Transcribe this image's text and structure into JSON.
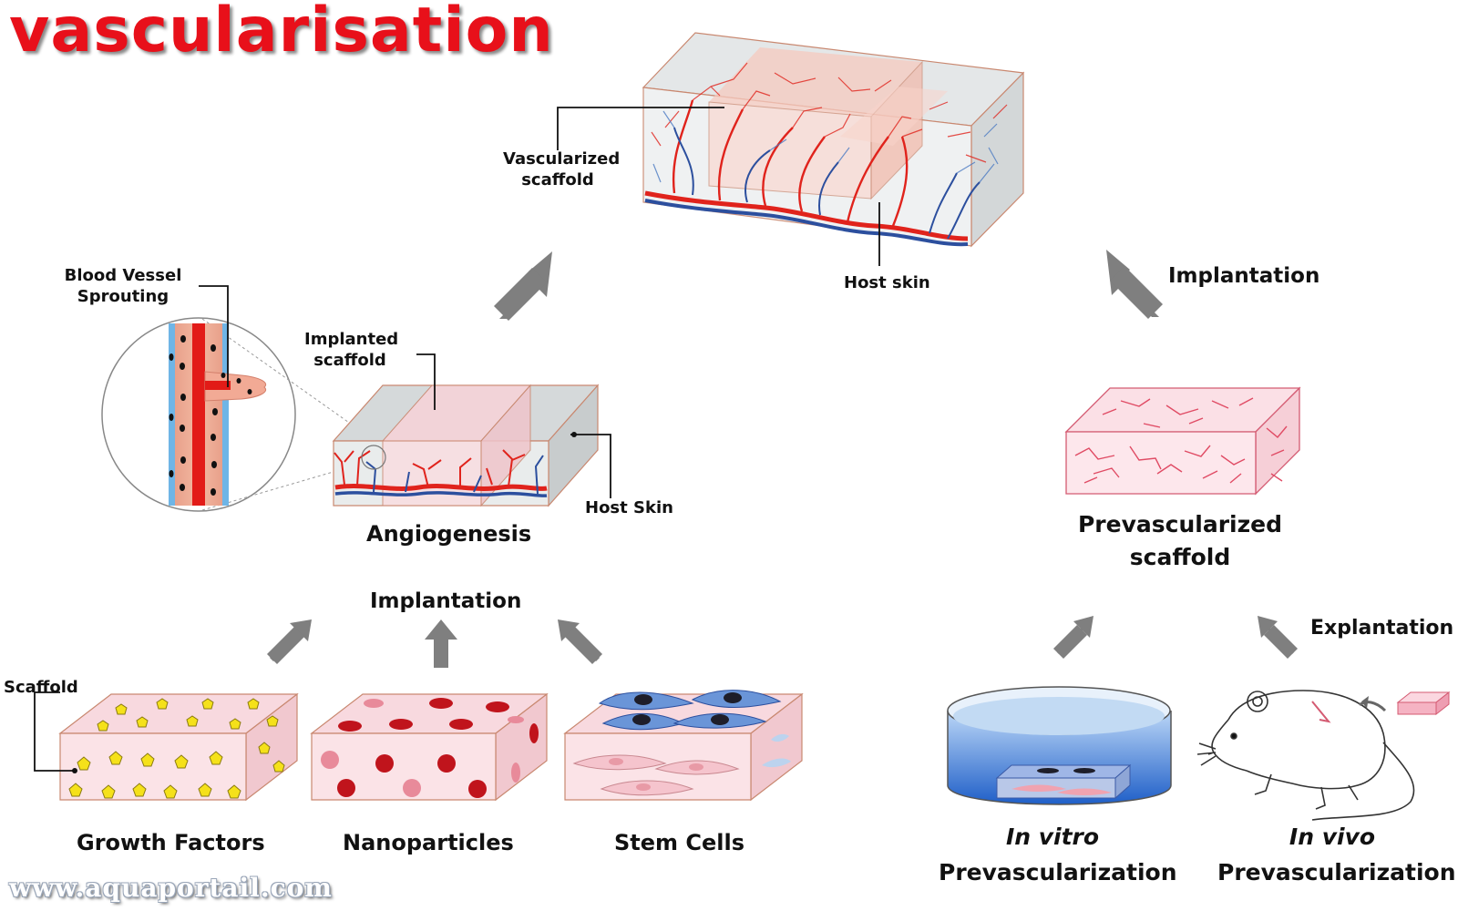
{
  "title": "vascularisation",
  "website": "www.aquaportail.com",
  "labels": {
    "vascularized_scaffold_line1": "Vascularized",
    "vascularized_scaffold_line2": "scaffold",
    "host_skin_top": "Host skin",
    "implantation_right": "Implantation",
    "blood_vessel_line1": "Blood Vessel",
    "blood_vessel_line2": "Sprouting",
    "implanted_scaffold_line1": "Implanted",
    "implanted_scaffold_line2": "scaffold",
    "host_skin_mid": "Host Skin",
    "angiogenesis": "Angiogenesis",
    "implantation_center": "Implantation",
    "prevascularized_line1": "Prevascularized",
    "prevascularized_line2": "scaffold",
    "explantation": "Explantation",
    "scaffold": "Scaffold",
    "growth_factors": "Growth Factors",
    "nanoparticles": "Nanoparticles",
    "stem_cells": "Stem Cells",
    "in_vitro": "In vitro",
    "in_vitro_prevascularization": "Prevascularization",
    "in_vivo": "In vivo",
    "in_vivo_prevascularization": "Prevascularization"
  },
  "colors": {
    "title": "#e8101a",
    "artery": "#e0231c",
    "vein": "#2c4f9e",
    "scaffold_pink": "#f7d3dc",
    "box_grey": "#d7dadb",
    "arrow_grey": "#7f7f7f",
    "nanoparticle": "#c0141c",
    "growth_factor": "#f5e11a",
    "dish_water": "#2f6fd1"
  }
}
